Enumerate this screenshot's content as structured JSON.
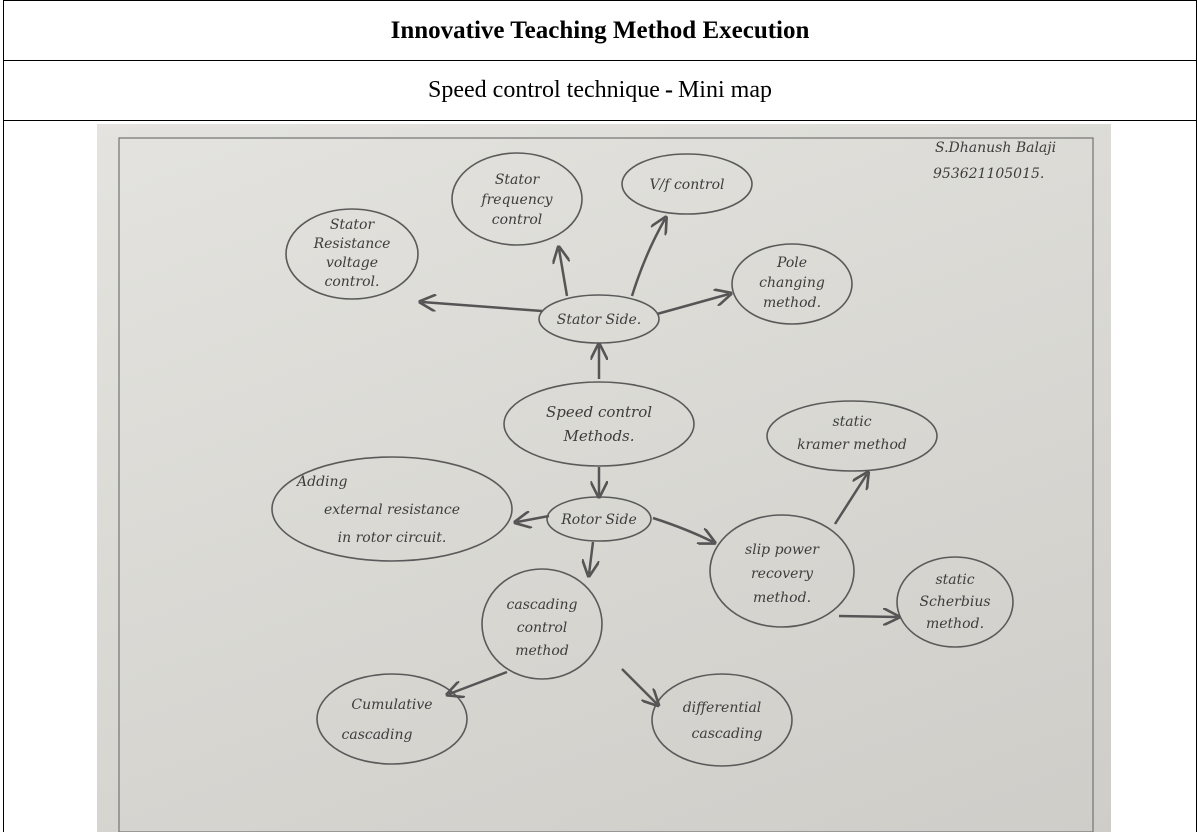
{
  "title": "Innovative Teaching Method Execution",
  "subtitle": {
    "left": "Speed control technique",
    "separator": "-",
    "right": "Mini map"
  },
  "author": {
    "name": "S.Dhanush Balaji",
    "id": "953621105015."
  },
  "mind_map": {
    "center": [
      "Speed control",
      "Methods."
    ],
    "stator_side": "Stator Side.",
    "rotor_side": "Rotor Side",
    "stator_resistance": [
      "Stator",
      "Resistance",
      "voltage",
      "control."
    ],
    "stator_frequency": [
      "Stator",
      "frequency",
      "control"
    ],
    "vf_control": "V/f control",
    "pole_changing": [
      "Pole",
      "changing",
      "method."
    ],
    "external_resistance": [
      "Adding",
      "external resistance",
      "in rotor circuit."
    ],
    "slip_power": [
      "slip power",
      "recovery",
      "method."
    ],
    "static_kramer": [
      "static",
      "kramer method"
    ],
    "static_scherbius": [
      "static",
      "Scherbius",
      "method."
    ],
    "cascading": [
      "cascading",
      "control",
      "method"
    ],
    "cumulative": [
      "Cumulative",
      "cascading"
    ],
    "differential": [
      "differential",
      "cascading"
    ]
  }
}
